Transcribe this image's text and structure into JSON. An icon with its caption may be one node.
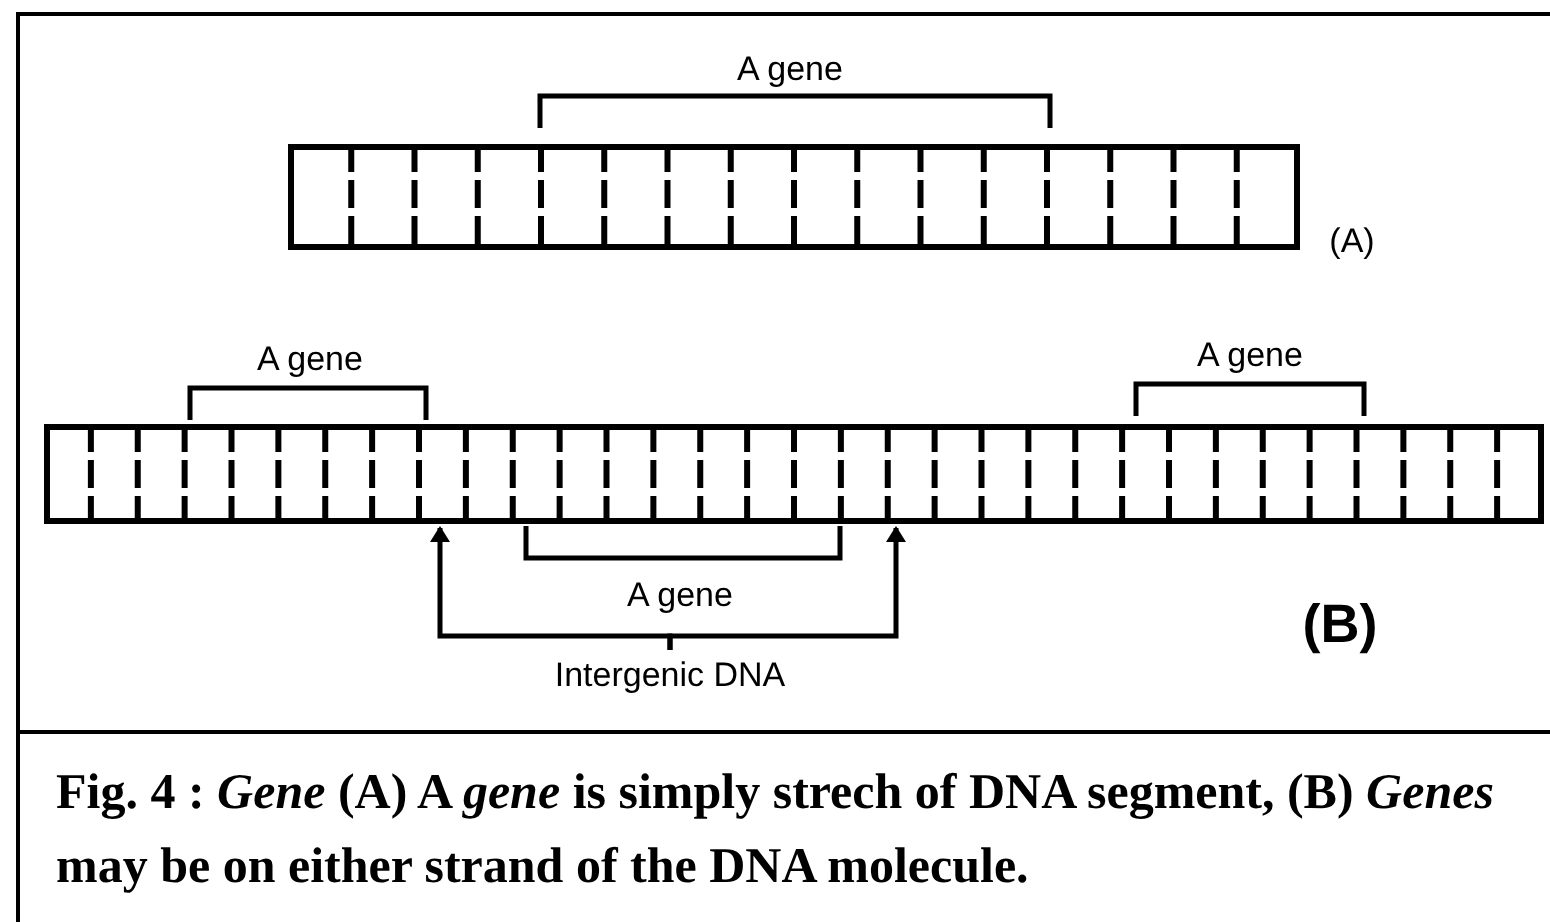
{
  "diagram": {
    "caption": "Fig. 4 : *Gene* (A) A *gene* is simply strech of DNA segment, (B) *Genes* may be on either strand of the DNA molecule.",
    "nodes": [
      {
        "text": [],
        "shape": "bar"
      },
      {
        "text": [],
        "shape": "bar"
      },
      {
        "text": [
          "Intergenic DNA"
        ]
      }
    ],
    "edges": [
      {
        "from": 2,
        "to": 1,
        "arrow": "to"
      },
      {
        "from": 2,
        "to": 1,
        "arrow": "to"
      }
    ],
    "labels": [
      "A gene",
      "(A)",
      "A gene",
      "A gene",
      "A gene",
      "(B)"
    ]
  }
}
